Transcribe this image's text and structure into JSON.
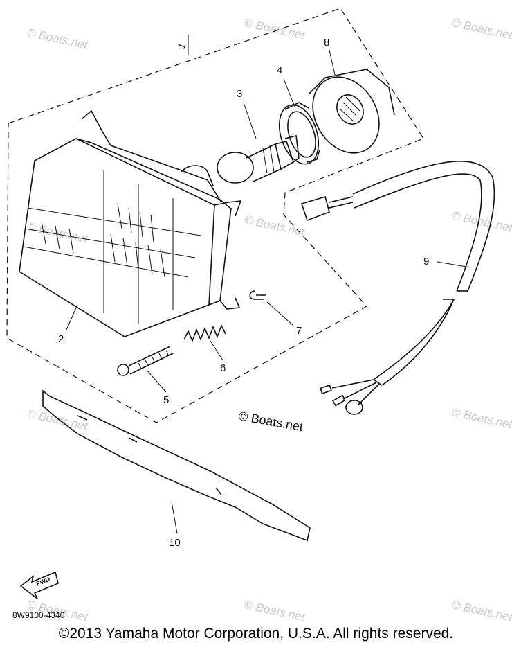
{
  "callouts": {
    "c1": "1",
    "c2": "2",
    "c3": "3",
    "c4": "4",
    "c5": "5",
    "c6": "6",
    "c7": "7",
    "c8": "8",
    "c9": "9",
    "c10": "10"
  },
  "watermark": "© Boats.net",
  "center_watermark": "© Boats.net",
  "fwd_label": "FWD",
  "diagram_code": "8W9100-4340",
  "copyright": "©2013 Yamaha Motor Corporation, U.S.A. All rights reserved."
}
